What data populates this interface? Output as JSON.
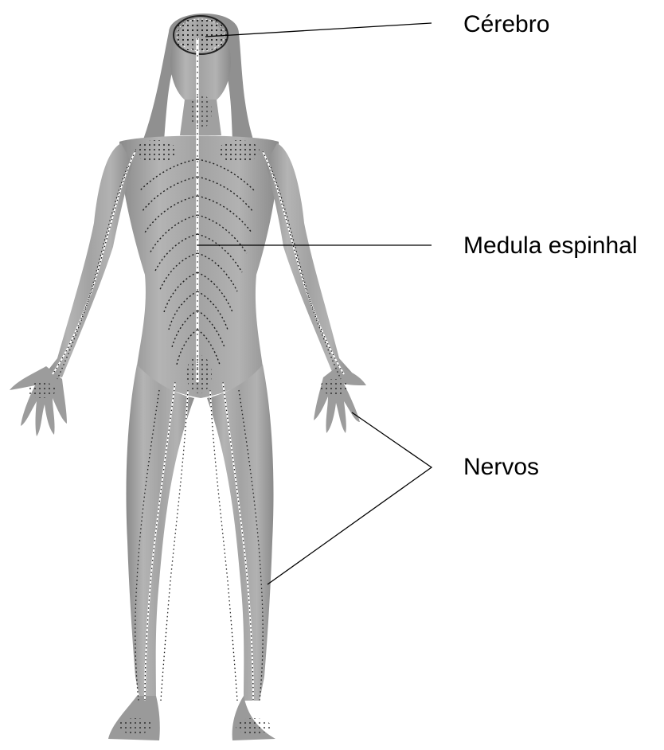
{
  "labels": {
    "brain": "Cérebro",
    "spinal_cord": "Medula espinhal",
    "nerves": "Nervos"
  },
  "colors": {
    "background": "#ffffff",
    "body_fill": "#a9a9a9",
    "body_shadow": "#7a7a7a",
    "nerve_line": "#ffffff",
    "nerve_dots": "#1a1a1a",
    "hair": "#8f8f8f",
    "leader_line": "#000000"
  },
  "illustration": {
    "subject": "human-figure-nervous-system"
  }
}
